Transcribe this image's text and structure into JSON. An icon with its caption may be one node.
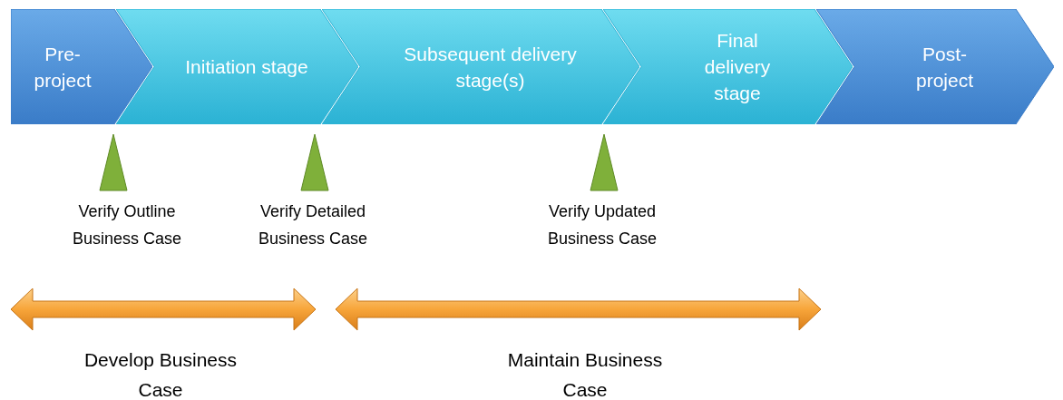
{
  "diagram": {
    "nodes": [
      {
        "text": [
          "Pre-project"
        ]
      },
      {
        "text": [
          "Initiation stage"
        ]
      },
      {
        "text": [
          "Subsequent delivery stage(s)"
        ]
      },
      {
        "text": [
          "Final delivery stage"
        ]
      },
      {
        "text": [
          "Post-project"
        ]
      }
    ],
    "labels": [
      "Verify Outline Business Case",
      "Verify Detailed Business Case",
      "Verify Updated Business Case",
      "Develop Business Case",
      "Maintain Business Case"
    ]
  }
}
